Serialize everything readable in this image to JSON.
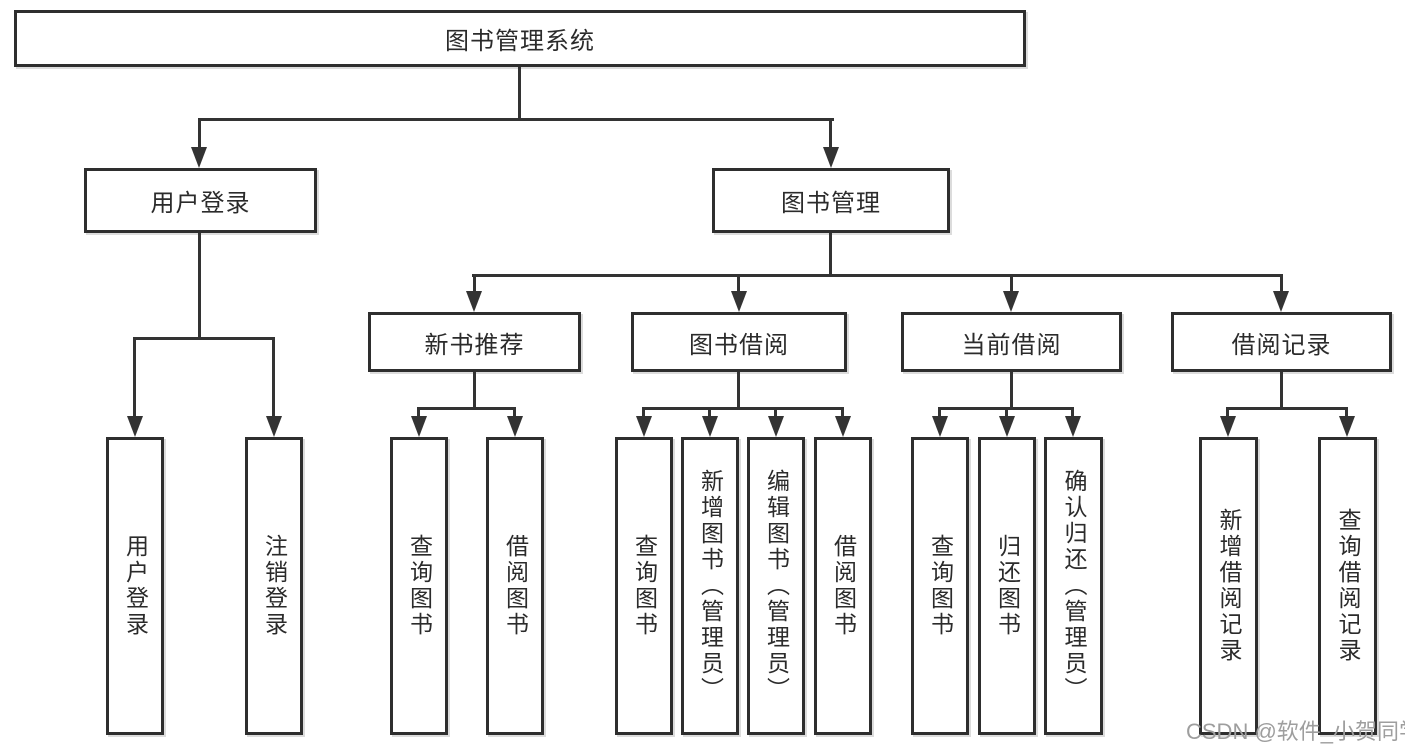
{
  "diagram": {
    "type": "hierarchy-tree",
    "title": "图书管理系统",
    "colors": {
      "background": "#ffffff",
      "line": "#333333",
      "box_border": "#2e2e2e",
      "text": "#2b2b2b",
      "watermark": "#9e9e9e"
    },
    "tree": {
      "root": {
        "label": "图书管理系统"
      },
      "level2": [
        {
          "label": "用户登录"
        },
        {
          "label": "图书管理"
        }
      ],
      "level3": [
        {
          "label": "新书推荐"
        },
        {
          "label": "图书借阅"
        },
        {
          "label": "当前借阅"
        },
        {
          "label": "借阅记录"
        }
      ],
      "leaves_user": [
        {
          "label": "用户登录"
        },
        {
          "label": "注销登录"
        }
      ],
      "leaves_newbook": [
        {
          "label": "查询图书"
        },
        {
          "label": "借阅图书"
        }
      ],
      "leaves_borrow": [
        {
          "label": "查询图书"
        },
        {
          "label": "新增图书（管理员）"
        },
        {
          "label": "编辑图书（管理员）"
        },
        {
          "label": "借阅图书"
        }
      ],
      "leaves_current": [
        {
          "label": "查询图书"
        },
        {
          "label": "归还图书"
        },
        {
          "label": "确认归还（管理员）"
        }
      ],
      "leaves_record": [
        {
          "label": "新增借阅记录"
        },
        {
          "label": "查询借阅记录"
        }
      ]
    },
    "watermark": "CSDN @软件_小贺同学"
  }
}
